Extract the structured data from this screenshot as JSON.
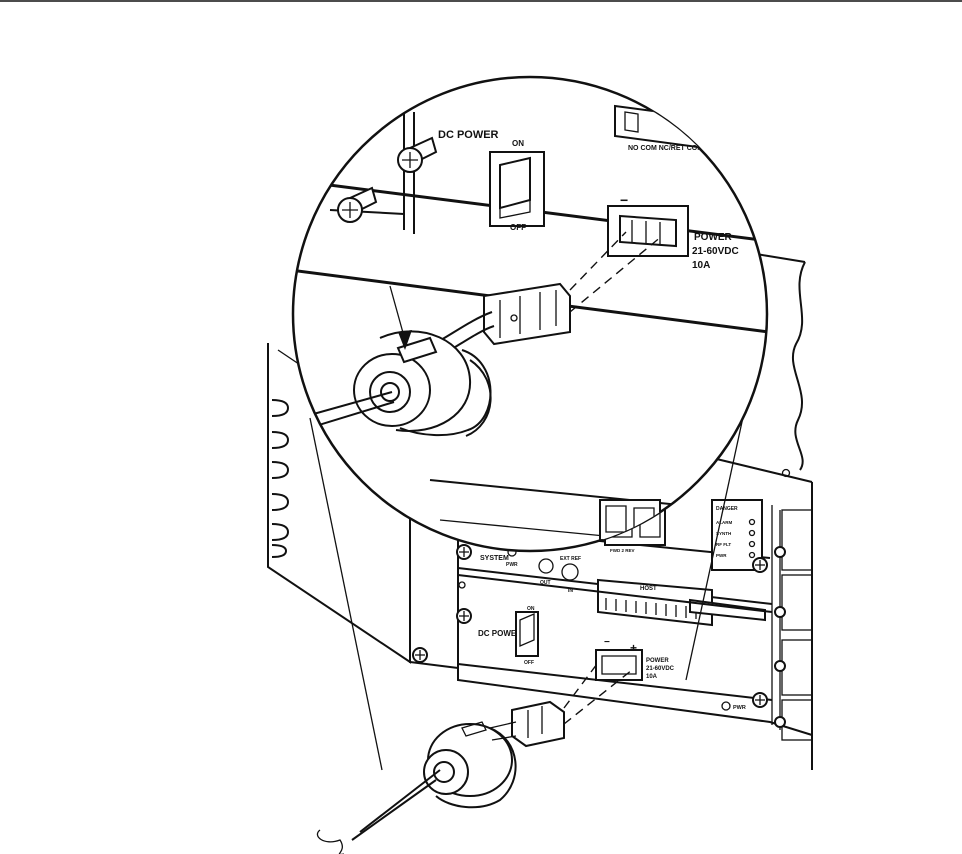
{
  "zoom_panel": {
    "dc_power": "DC POWER",
    "switch_on": "ON",
    "switch_off": "OFF",
    "polarity_minus": "−",
    "polarity_plus": "+",
    "power_line1": "POWER",
    "power_line2": "21-60VDC",
    "power_line3": "10A",
    "relay_labels": "NO  COM  NC/RET  COM"
  },
  "chassis_panel": {
    "dc_power": "DC POWER",
    "switch_on": "ON",
    "switch_off": "OFF",
    "polarity_minus": "−",
    "polarity_plus": "+",
    "power_line1": "POWER",
    "power_line2": "21-60VDC",
    "power_line3": "10A",
    "system": "SYSTEM",
    "pwr": "PWR",
    "host": "HOST",
    "pwr_right": "PWR",
    "ext_ref": "EXT REF",
    "ext_ref_in": "IN",
    "out": "OUT",
    "fwd_rev": "FWD 2 REV",
    "danger": "DANGER",
    "status_alarm": "ALARM",
    "status_synth": "SYNTH",
    "status_rf_flt": "RF FLT",
    "status_pwr": "PWR"
  },
  "colors": {
    "line": "#111111",
    "background": "#ffffff"
  }
}
